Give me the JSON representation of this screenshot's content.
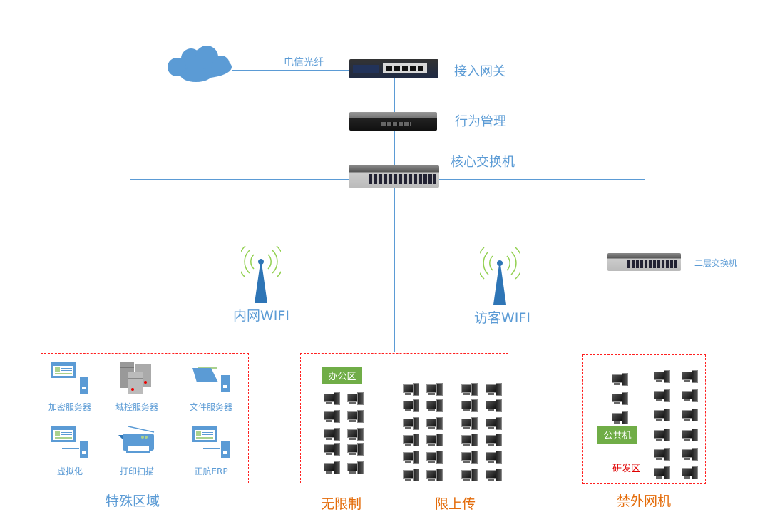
{
  "colors": {
    "line": "#5b9bd5",
    "label": "#5b9bd5",
    "zone_border": "#ff2020",
    "accent_orange": "#e46c0a",
    "green_tag": "#70ad47",
    "research_label": "#e00000"
  },
  "top": {
    "fiber_label": "电信光纤",
    "gateway_label": "接入网关",
    "behavior_label": "行为管理",
    "core_switch_label": "核心交换机",
    "l2_switch_label": "二层交换机"
  },
  "wifi": {
    "internal": "内网WIFI",
    "guest": "访客WIFI"
  },
  "special_zone": {
    "title": "特殊区域",
    "services": [
      {
        "label": "加密服务器",
        "icon": "server-window-icon"
      },
      {
        "label": "域控服务器",
        "icon": "server-rack-icon"
      },
      {
        "label": "文件服务器",
        "icon": "folder-server-icon"
      },
      {
        "label": "虚拟化",
        "icon": "server-window-icon"
      },
      {
        "label": "打印扫描",
        "icon": "printer-icon"
      },
      {
        "label": "正航ERP",
        "icon": "server-window-icon"
      }
    ]
  },
  "office_zone": {
    "tag": "办公区",
    "label_unlimited": "无限制",
    "label_upload_limited": "限上传"
  },
  "research_zone": {
    "tag": "公共机",
    "area_label": "研发区",
    "title": "禁外网机"
  }
}
